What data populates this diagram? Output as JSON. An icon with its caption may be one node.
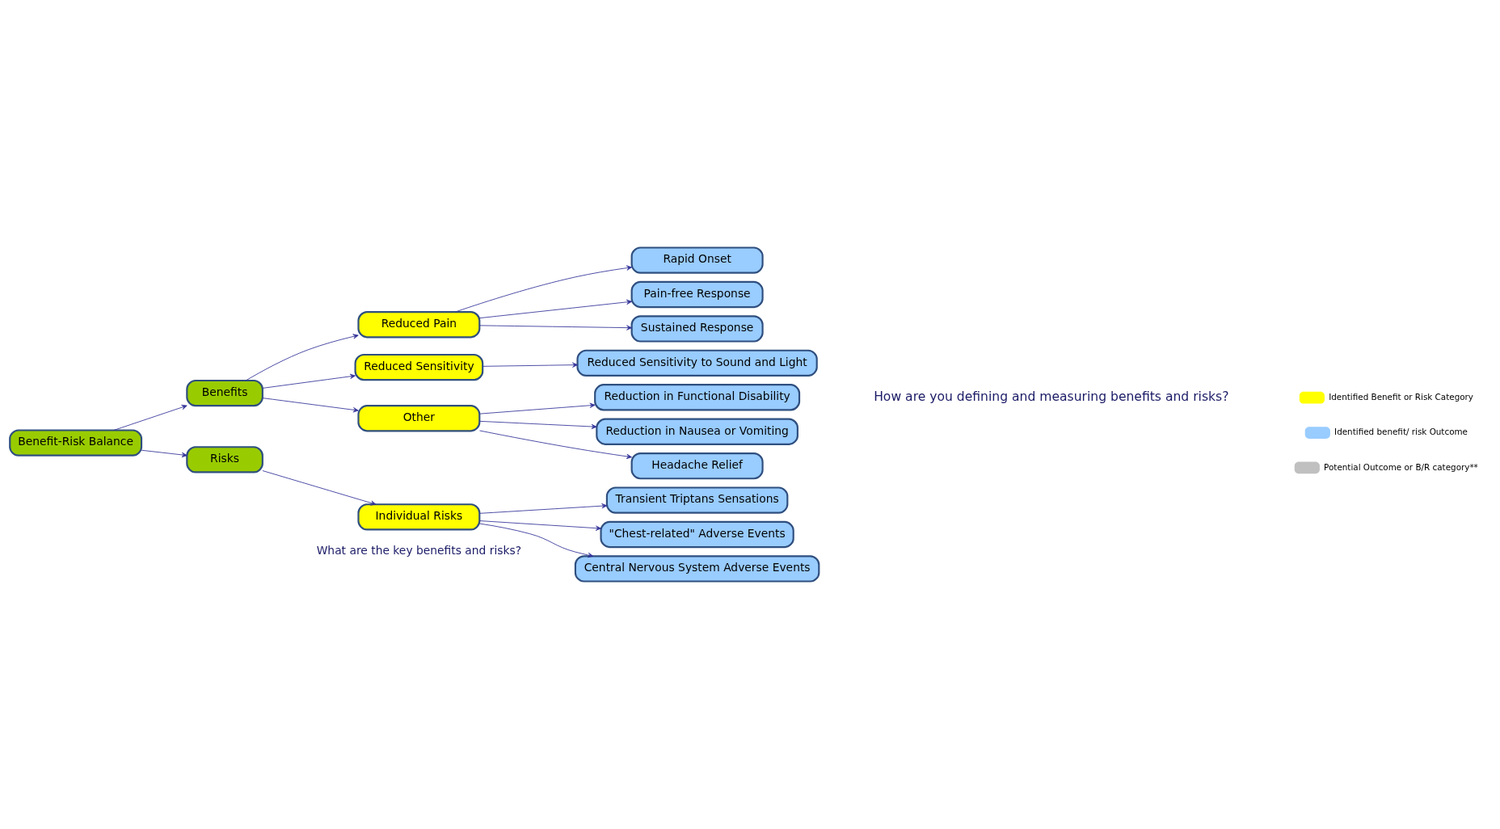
{
  "diagram": {
    "nodes": [
      {
        "text": [
          "Benefit-Risk Balance"
        ]
      },
      {
        "text": [
          "Benefits"
        ]
      },
      {
        "text": [
          "Risks"
        ]
      },
      {
        "text": [
          "Reduced Pain"
        ]
      },
      {
        "text": [
          "Reduced Sensitivity"
        ]
      },
      {
        "text": [
          "Other"
        ]
      },
      {
        "text": [
          "Individual Risks"
        ]
      },
      {
        "text": [
          "Rapid Onset"
        ]
      },
      {
        "text": [
          "Pain-free Response"
        ]
      },
      {
        "text": [
          "Sustained Response"
        ]
      },
      {
        "text": [
          "Reduced Sensitivity to Sound and Light"
        ]
      },
      {
        "text": [
          "Reduction in Functional Disability"
        ]
      },
      {
        "text": [
          "Reduction in Nausea or Vomiting"
        ]
      },
      {
        "text": [
          "Headache Relief"
        ]
      },
      {
        "text": [
          "Transient Triptans Sensations"
        ]
      },
      {
        "text": [
          "\"Chest-related\" Adverse Events"
        ]
      },
      {
        "text": [
          "Central Nervous System Adverse Events"
        ]
      }
    ],
    "edges": [
      {
        "from": 0,
        "to": 1,
        "arrow": "to"
      },
      {
        "from": 0,
        "to": 2,
        "arrow": "to"
      },
      {
        "from": 1,
        "to": 3,
        "arrow": "to"
      },
      {
        "from": 1,
        "to": 4,
        "arrow": "to"
      },
      {
        "from": 1,
        "to": 5,
        "arrow": "to"
      },
      {
        "from": 2,
        "to": 6,
        "arrow": "to"
      },
      {
        "from": 3,
        "to": 7,
        "arrow": "to"
      },
      {
        "from": 3,
        "to": 8,
        "arrow": "to"
      },
      {
        "from": 3,
        "to": 9,
        "arrow": "to"
      },
      {
        "from": 4,
        "to": 10,
        "arrow": "to"
      },
      {
        "from": 5,
        "to": 11,
        "arrow": "to"
      },
      {
        "from": 5,
        "to": 12,
        "arrow": "to"
      },
      {
        "from": 5,
        "to": 13,
        "arrow": "to"
      },
      {
        "from": 6,
        "to": 14,
        "arrow": "to"
      },
      {
        "from": 6,
        "to": 15,
        "arrow": "to"
      },
      {
        "from": 6,
        "to": 16,
        "arrow": "to"
      }
    ],
    "labels": [
      "What are the key benefits and risks?",
      "How are you defining and measuring benefits and risks?"
    ],
    "legend": [
      {
        "text": "Identified Benefit or Risk Category",
        "color": "#ffff00"
      },
      {
        "text": "Identified benefit/ risk Outcome",
        "color": "#99ccff"
      },
      {
        "text": "Potential Outcome or B/R category**",
        "color": "#c0c0c0"
      }
    ]
  }
}
